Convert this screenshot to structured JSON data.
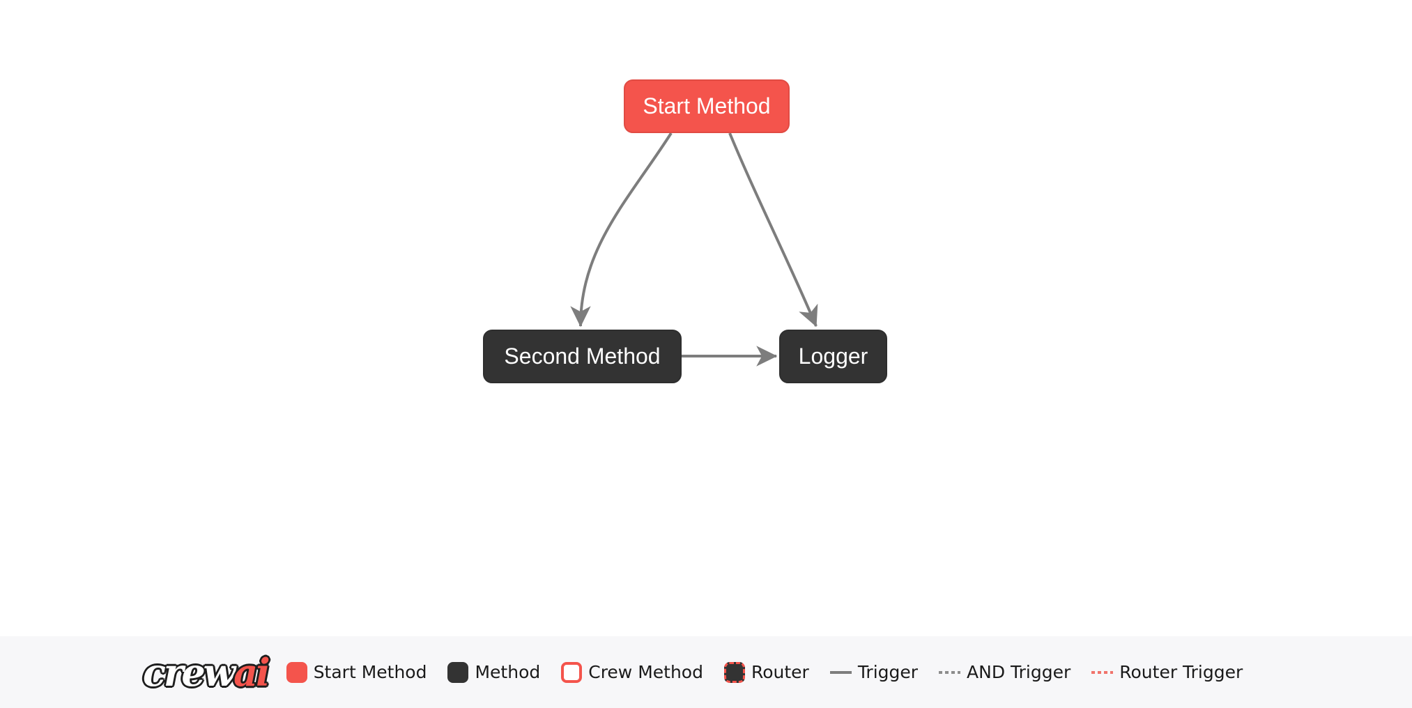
{
  "colors": {
    "accent": "#f4544c",
    "accent_border": "#e14b43",
    "node_dark": "#333333",
    "node_border": "#2e2e2e",
    "node_text": "#ffffff",
    "edge": "#7d7d7d",
    "trigger": "#7d7d7d",
    "and_trigger": "#8d8d8d",
    "router_trigger": "#f0746c",
    "canvas_bg": "#ffffff",
    "footer_bg": "#f7f7f9",
    "legend_text": "#1a1a1a"
  },
  "canvas": {
    "nodes": [
      {
        "id": "start_method",
        "label": "Start Method",
        "type": "start-method"
      },
      {
        "id": "second_method",
        "label": "Second Method",
        "type": "method"
      },
      {
        "id": "logger",
        "label": "Logger",
        "type": "method"
      }
    ],
    "edges": [
      {
        "from": "start_method",
        "to": "second_method",
        "type": "trigger"
      },
      {
        "from": "start_method",
        "to": "logger",
        "type": "trigger"
      },
      {
        "from": "second_method",
        "to": "logger",
        "type": "trigger"
      }
    ]
  },
  "footer": {
    "logo_text_primary": "crew",
    "logo_text_accent": "ai",
    "legend": [
      {
        "label": "Start Method",
        "swatch": "start-method-node"
      },
      {
        "label": "Method",
        "swatch": "method-node"
      },
      {
        "label": "Crew Method",
        "swatch": "crew-method-node"
      },
      {
        "label": "Router",
        "swatch": "router-node"
      },
      {
        "label": "Trigger",
        "swatch": "solid-line"
      },
      {
        "label": "AND Trigger",
        "swatch": "dashed-line"
      },
      {
        "label": "Router Trigger",
        "swatch": "dashed-red-line"
      }
    ]
  }
}
